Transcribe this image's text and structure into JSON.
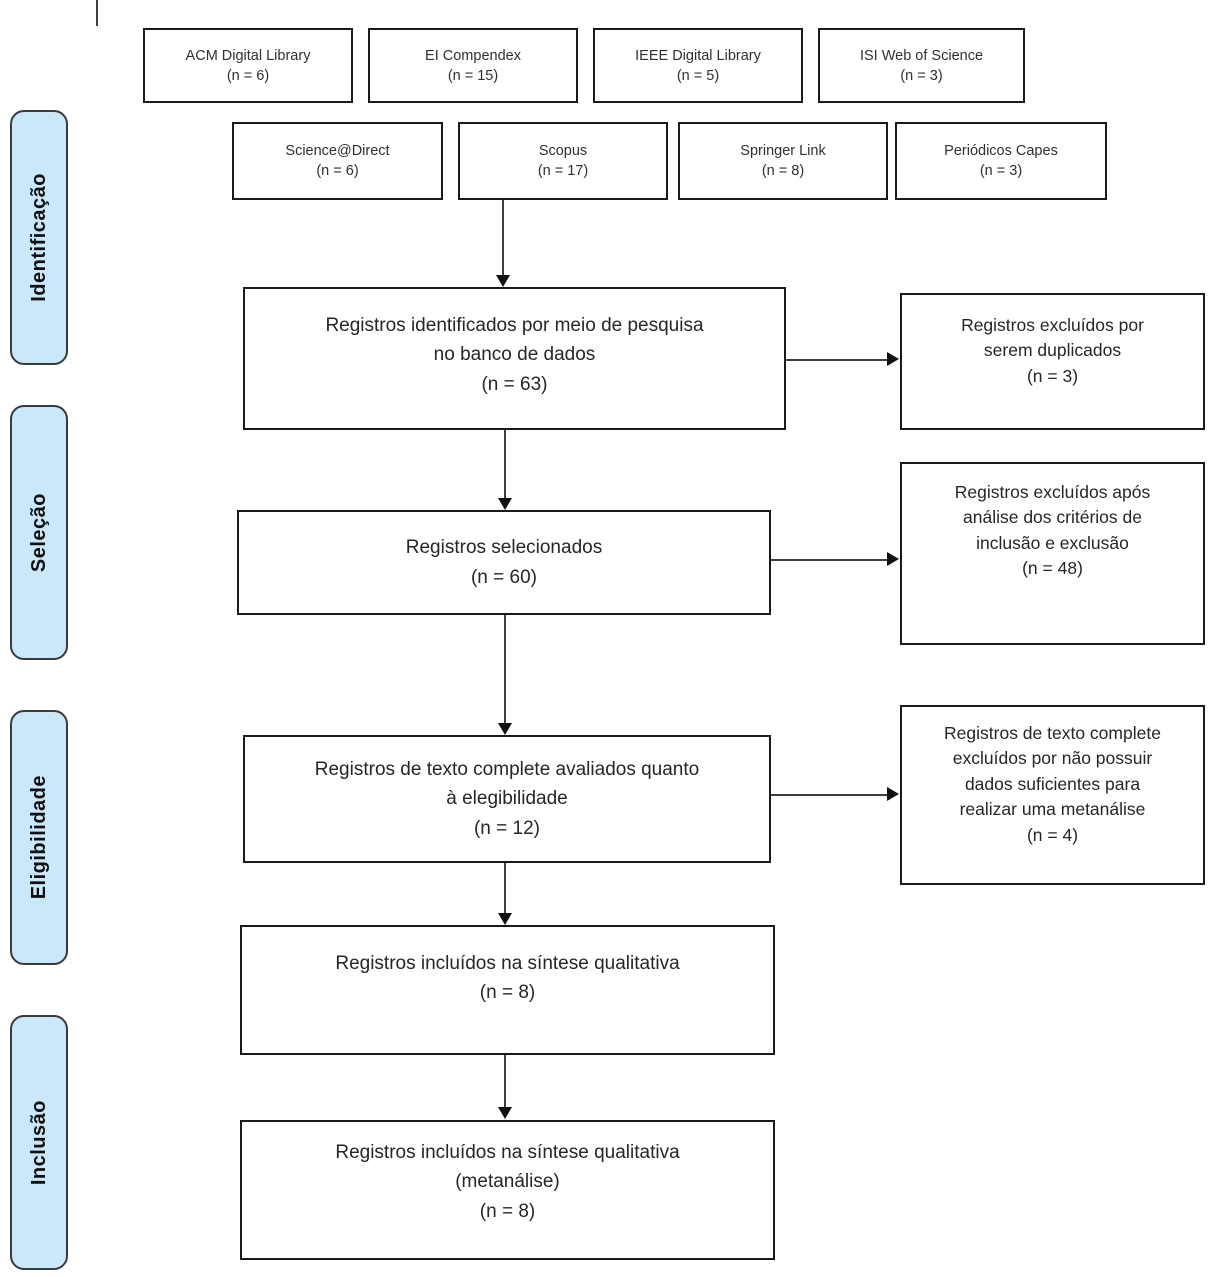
{
  "diagram": {
    "title": "PRISMA flow diagram (systematic review record selection)",
    "stage_labels": [
      {
        "label": "Identificação"
      },
      {
        "label": "Seleção"
      },
      {
        "label": "Eligibilidade"
      },
      {
        "label": "Inclusão"
      }
    ],
    "databases_row1": [
      {
        "name": "ACM Digital Library",
        "count": "(n = 6)"
      },
      {
        "name": "EI Compendex",
        "count": "(n = 15)"
      },
      {
        "name": "IEEE Digital Library",
        "count": "(n = 5)"
      },
      {
        "name": "ISI Web of Science",
        "count": "(n = 3)"
      }
    ],
    "databases_row2": [
      {
        "name": "Science@Direct",
        "count": "(n = 6)"
      },
      {
        "name": "Scopus",
        "count": "(n = 17)"
      },
      {
        "name": "Springer Link",
        "count": "(n = 8)"
      },
      {
        "name": "Periódicos Capes",
        "count": "(n = 3)"
      }
    ],
    "flow_boxes": {
      "identified": {
        "lines": [
          "Registros identificados por meio de pesquisa",
          "no banco de dados"
        ],
        "count": "(n = 63)"
      },
      "selected": {
        "lines": [
          "Registros selecionados"
        ],
        "count": "(n = 60)"
      },
      "fulltext": {
        "lines": [
          "Registros de texto complete avaliados quanto",
          "à elegibilidade"
        ],
        "count": "(n = 12)"
      },
      "qualitative": {
        "lines": [
          "Registros incluídos na síntese qualitativa"
        ],
        "count": "(n = 8)"
      },
      "meta": {
        "lines": [
          "Registros incluídos na síntese qualitativa",
          "(metanálise)"
        ],
        "count": "(n = 8)"
      }
    },
    "exclusion_boxes": {
      "duplicates": {
        "lines": [
          "Registros excluídos por",
          "serem duplicados"
        ],
        "count": "(n = 3)"
      },
      "criteria": {
        "lines": [
          "Registros excluídos após",
          "análise dos critérios de",
          "inclusão e exclusão"
        ],
        "count": "(n = 48)"
      },
      "insufficient": {
        "lines": [
          "Registros de texto complete",
          "excluídos por não possuir",
          "dados suficientes para",
          "realizar uma metanálise"
        ],
        "count": "(n = 4)"
      }
    },
    "colors": {
      "stage_fill": "#cbe7fa",
      "stage_border": "#3a3a3a",
      "box_border": "#1a1a1a",
      "text": "#262626",
      "arrow": "#111111"
    }
  }
}
